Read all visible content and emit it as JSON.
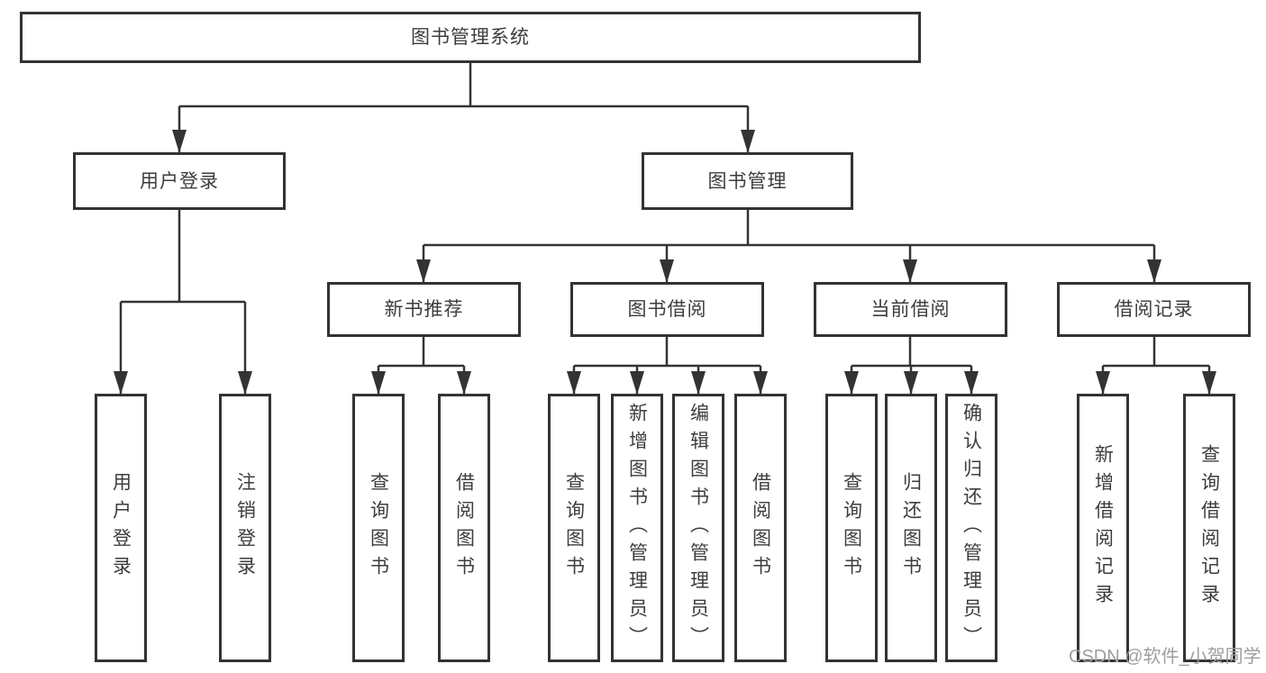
{
  "diagram": {
    "root": {
      "label": "图书管理系统"
    },
    "branches": [
      {
        "label": "用户登录",
        "children": [
          {
            "label": "用户登录"
          },
          {
            "label": "注销登录"
          }
        ]
      },
      {
        "label": "图书管理",
        "children": [
          {
            "label": "新书推荐",
            "children": [
              {
                "label": "查询图书"
              },
              {
                "label": "借阅图书"
              }
            ]
          },
          {
            "label": "图书借阅",
            "children": [
              {
                "label": "查询图书"
              },
              {
                "label": "新增图书（管理员）"
              },
              {
                "label": "编辑图书（管理员）"
              },
              {
                "label": "借阅图书"
              }
            ]
          },
          {
            "label": "当前借阅",
            "children": [
              {
                "label": "查询图书"
              },
              {
                "label": "归还图书"
              },
              {
                "label": "确认归还（管理员）"
              }
            ]
          },
          {
            "label": "借阅记录",
            "children": [
              {
                "label": "新增借阅记录"
              },
              {
                "label": "查询借阅记录"
              }
            ]
          }
        ]
      }
    ]
  },
  "watermark": {
    "text": "CSDN @软件_小贺同学"
  },
  "colors": {
    "line": "#333333",
    "text": "#3d3d3d",
    "watermark": "#9e9e9e",
    "background": "#ffffff"
  }
}
